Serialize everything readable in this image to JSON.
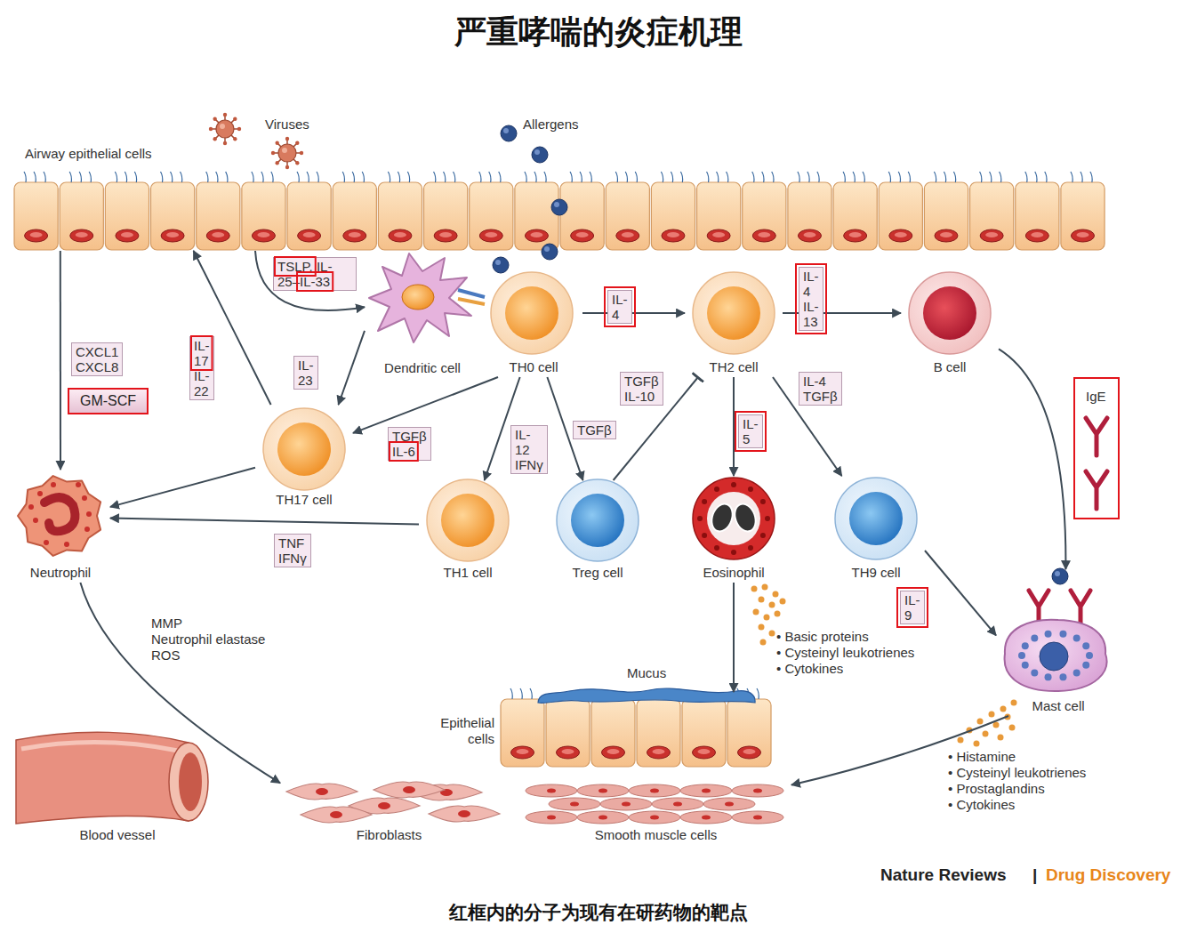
{
  "diagram": {
    "title": "严重哮喘的炎症机理",
    "caption": "红框内的分子为现有在研药物的靶点",
    "nodes": [
      {
        "text": [
          "Airway epithelial cells"
        ]
      },
      {
        "text": [
          "Dendritic cell"
        ]
      },
      {
        "text": [
          "TH0 cell"
        ]
      },
      {
        "text": [
          "TH2 cell"
        ]
      },
      {
        "text": [
          "B cell"
        ]
      },
      {
        "text": [
          "TH17 cell"
        ]
      },
      {
        "text": [
          "TH1 cell"
        ]
      },
      {
        "text": [
          "Treg cell"
        ]
      },
      {
        "text": [
          "Eosinophil"
        ]
      },
      {
        "text": [
          "TH9 cell"
        ]
      },
      {
        "text": [
          "Neutrophil"
        ]
      },
      {
        "text": [
          "Mast cell"
        ]
      },
      {
        "text": [
          "Epithelial cells"
        ]
      },
      {
        "text": [
          "Fibroblasts"
        ]
      },
      {
        "text": [
          "Smooth muscle cells"
        ]
      },
      {
        "text": [
          "Blood vessel"
        ]
      }
    ],
    "edges": [
      {
        "from": 0,
        "to": 10,
        "label": "CXCL1 CXCL8",
        "arrow": "to"
      },
      {
        "from": 0,
        "to": 1,
        "label": "TSLP, IL-25–IL-33",
        "arrow": "to"
      },
      {
        "from": 5,
        "to": 0,
        "label": "IL-17 IL-22",
        "arrow": "to"
      },
      {
        "from": 1,
        "to": 5,
        "label": "IL-23",
        "arrow": "to"
      },
      {
        "from": 2,
        "to": 3,
        "label": "IL-4",
        "arrow": "to"
      },
      {
        "from": 3,
        "to": 4,
        "label": "IL-4 IL-13",
        "arrow": "to"
      },
      {
        "from": 2,
        "to": 5,
        "label": "TGFβ IL-6",
        "arrow": "to"
      },
      {
        "from": 2,
        "to": 6,
        "label": "IL-12 IFNγ",
        "arrow": "to"
      },
      {
        "from": 2,
        "to": 7,
        "label": "TGFβ",
        "arrow": "to"
      },
      {
        "from": 7,
        "to": 3,
        "label": "TGFβ IL-10",
        "arrow": "to"
      },
      {
        "from": 3,
        "to": 8,
        "label": "IL-5",
        "arrow": "to"
      },
      {
        "from": 3,
        "to": 9,
        "label": "IL-4 TGFβ",
        "arrow": "to"
      },
      {
        "from": 9,
        "to": 11,
        "label": "IL-9",
        "arrow": "to"
      },
      {
        "from": 4,
        "to": 11,
        "label": "IgE",
        "arrow": "to"
      },
      {
        "from": 5,
        "to": 10,
        "arrow": "to"
      },
      {
        "from": 6,
        "to": 10,
        "label": "TNF IFNγ",
        "arrow": "to"
      },
      {
        "from": 10,
        "to": 13,
        "arrow": "to"
      },
      {
        "from": 8,
        "to": 12,
        "arrow": "to"
      },
      {
        "from": 11,
        "to": 14,
        "arrow": "to"
      }
    ],
    "labels": [
      "Viruses",
      "Allergens",
      "GM-SCF",
      "• Basic proteins",
      "• Cysteinyl leukotrienes",
      "• Cytokines",
      "Mucus",
      "MMP",
      "Neutrophil elastase",
      "ROS",
      "• Histamine",
      "• Cysteinyl leukotrienes",
      "• Prostaglandins",
      "• Cytokines",
      "Nature Reviews",
      "|",
      "Drug Discovery"
    ]
  }
}
